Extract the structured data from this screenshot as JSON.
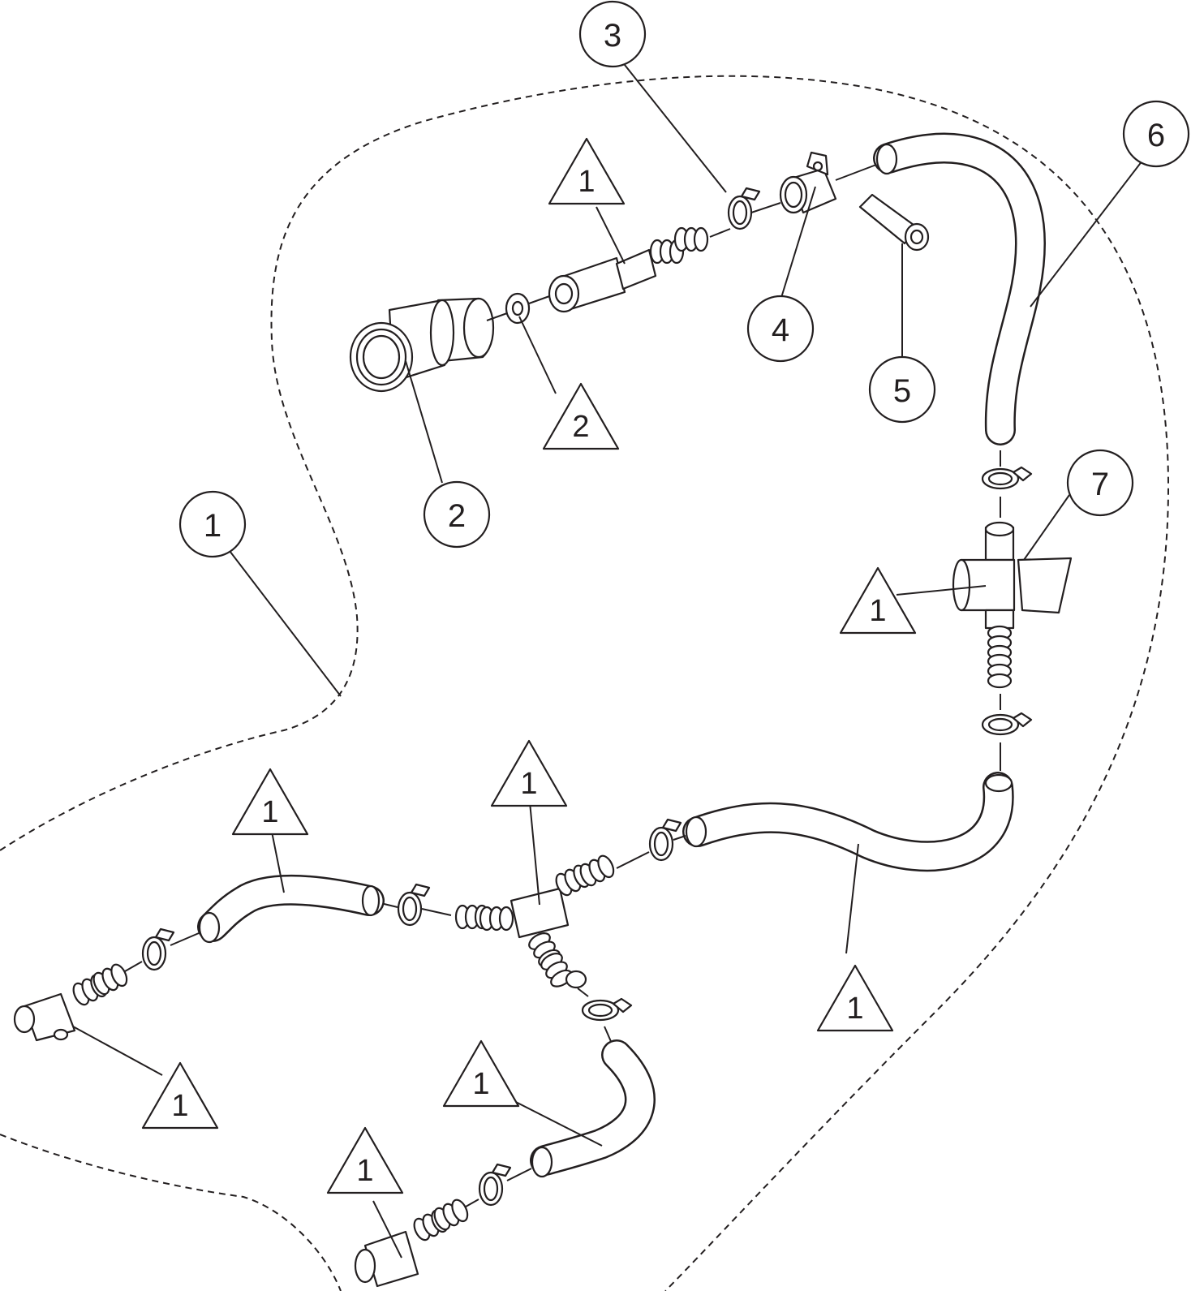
{
  "colors": {
    "line": "#231f20",
    "background": "#ffffff"
  },
  "callouts": {
    "c1": "1",
    "c2": "2",
    "c3": "3",
    "c4": "4",
    "c5": "5",
    "c6": "6",
    "c7": "7"
  },
  "notes": {
    "n_top": "1",
    "n_washer": "2",
    "n_valve": "1",
    "n_tee_left": "1",
    "n_tee_mid": "1",
    "n_hose_right": "1",
    "n_fit_left": "1",
    "n_hose_bottom": "1",
    "n_fit_bottom": "1"
  }
}
